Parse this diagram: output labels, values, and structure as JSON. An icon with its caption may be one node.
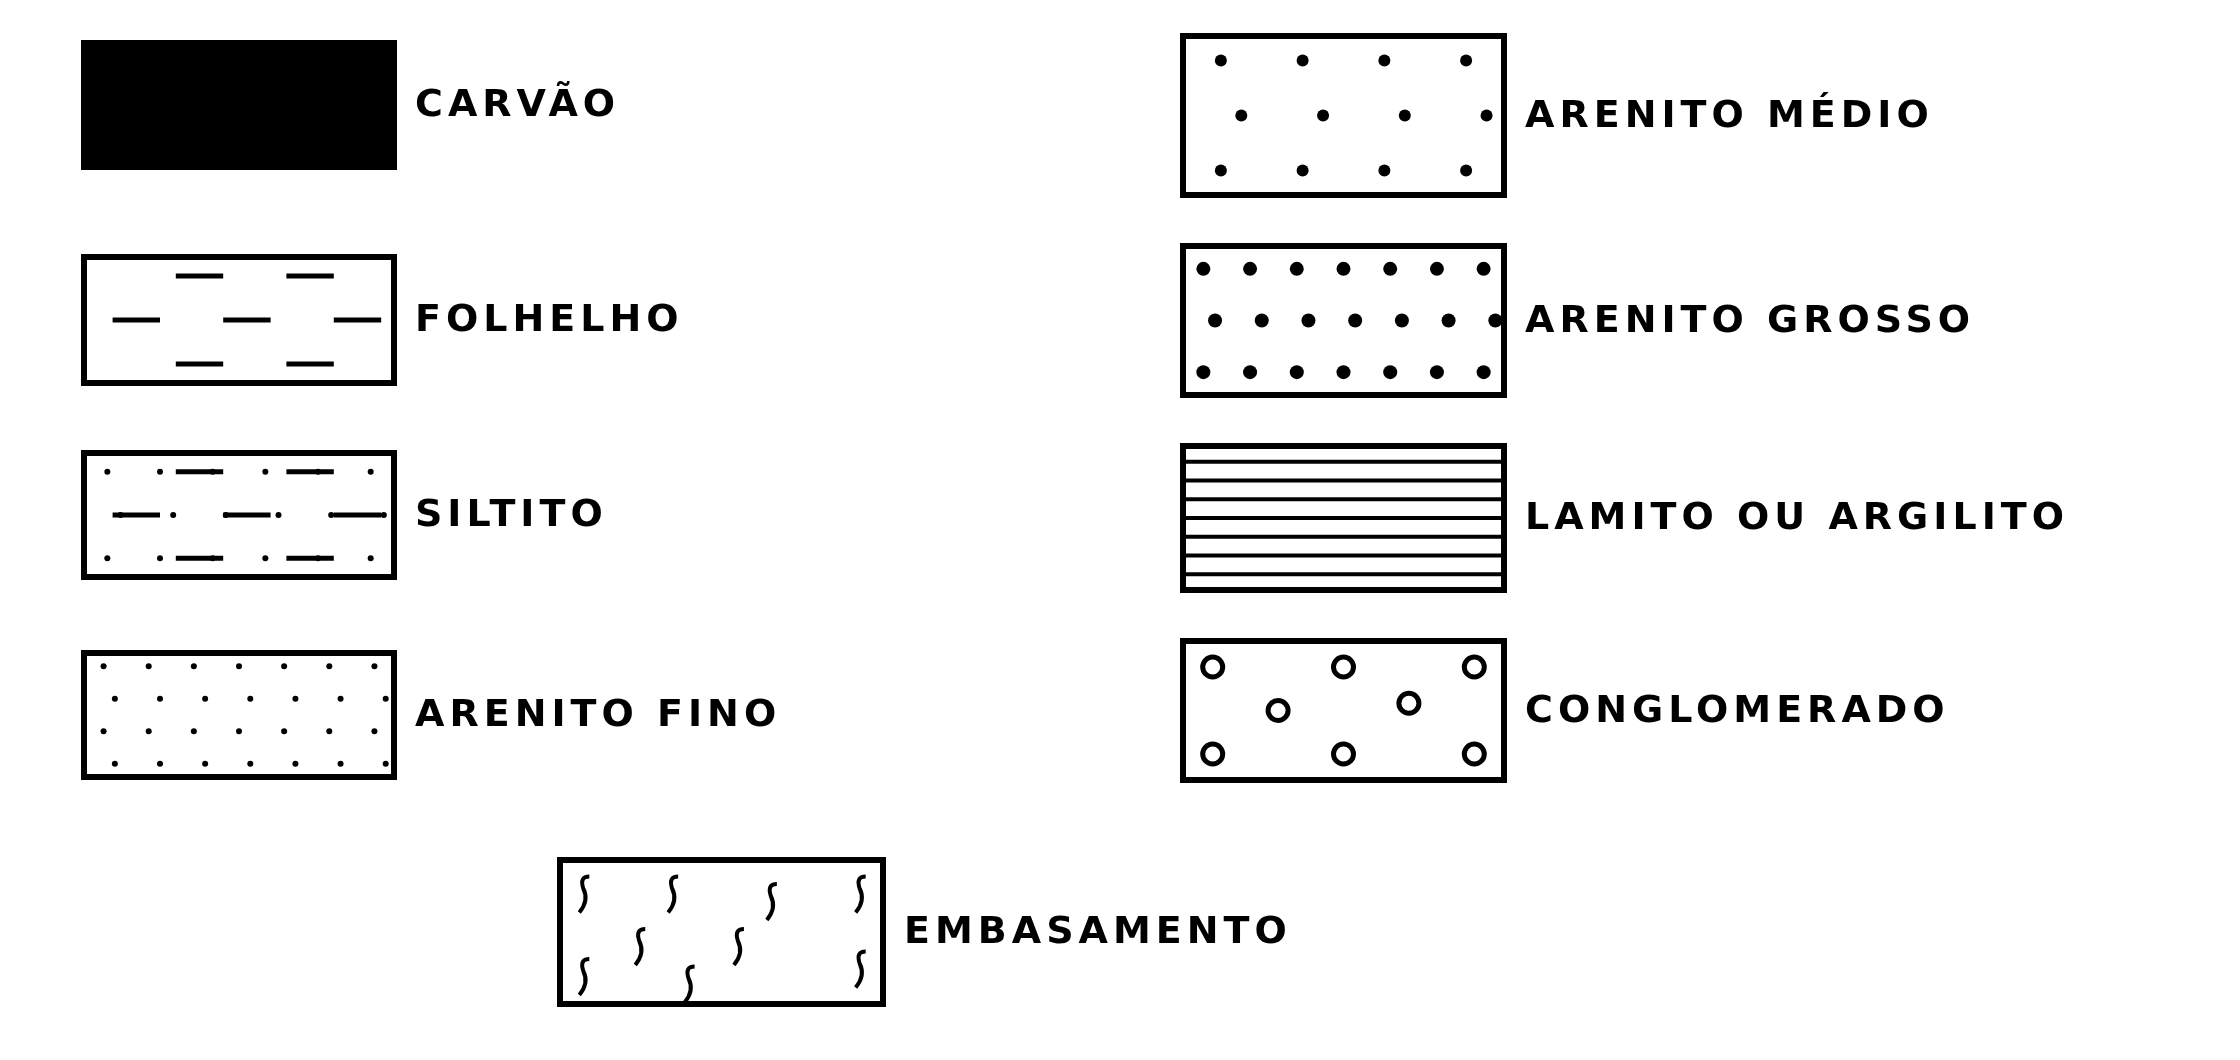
{
  "diagram": {
    "legend": [
      {
        "text": "CARVÃO",
        "color": "#000000"
      },
      {
        "text": "FOLHELHO"
      },
      {
        "text": "SILTITO"
      },
      {
        "text": "ARENITO FINO"
      },
      {
        "text": "ARENITO MÉDIO"
      },
      {
        "text": "ARENITO GROSSO"
      },
      {
        "text": "LAMITO OU ARGILITO"
      },
      {
        "text": "CONGLOMERADO"
      },
      {
        "text": "EMBASAMENTO"
      }
    ]
  }
}
